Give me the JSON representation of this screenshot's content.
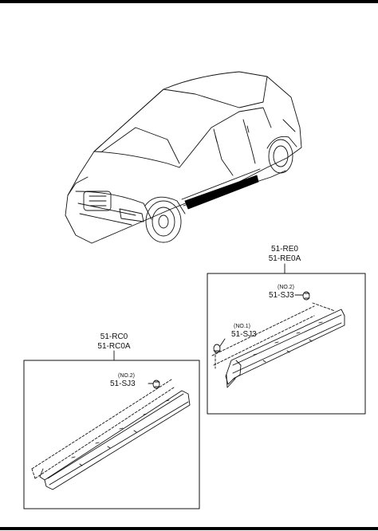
{
  "callouts": {
    "rear_group": {
      "codes": [
        "51-RE0",
        "51-RE0A"
      ]
    },
    "front_group": {
      "codes": [
        "51-RC0",
        "51-RC0A"
      ]
    },
    "rear_clip_no2": {
      "tag": "(NO.2)",
      "part": "51-SJ3"
    },
    "rear_clip_no1": {
      "tag": "(NO.1)",
      "part": "51-SJ3"
    },
    "front_clip_no2": {
      "tag": "(NO.2)",
      "part": "51-SJ3"
    }
  },
  "colors": {
    "line": "#111111",
    "highlight": "#000000",
    "background": "#ffffff"
  }
}
